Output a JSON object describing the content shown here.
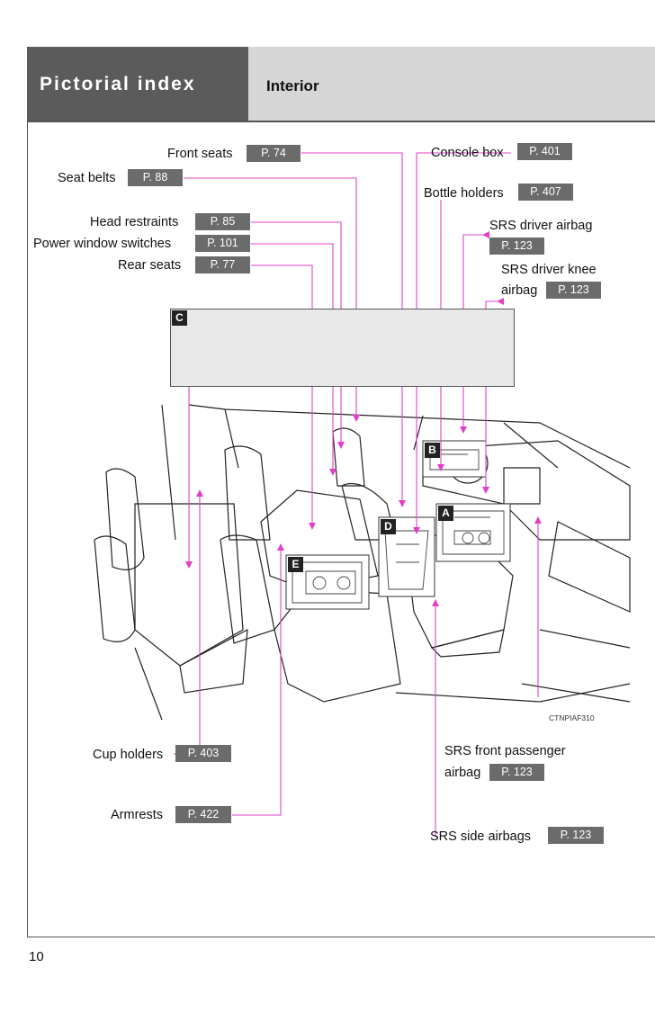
{
  "header": {
    "section": "Pictorial index",
    "subsection": "Interior"
  },
  "labels": {
    "front_seats": {
      "text": "Front seats",
      "page": "P. 74"
    },
    "seat_belts": {
      "text": "Seat belts",
      "page": "P. 88"
    },
    "head_restraints": {
      "text": "Head restraints",
      "page": "P. 85"
    },
    "power_window_switches": {
      "text": "Power window switches",
      "page": "P. 101"
    },
    "rear_seats": {
      "text": "Rear seats",
      "page": "P. 77"
    },
    "console_box": {
      "text": "Console box",
      "page": "P. 401"
    },
    "bottle_holders": {
      "text": "Bottle holders",
      "page": "P. 407"
    },
    "srs_driver_airbag": {
      "text": "SRS driver airbag",
      "page": "P. 123"
    },
    "srs_driver_knee_airbag": {
      "line1": "SRS driver knee",
      "line2": "airbag",
      "page": "P. 123"
    },
    "cup_holders": {
      "text": "Cup holders",
      "page": "P. 403"
    },
    "armrests": {
      "text": "Armrests",
      "page": "P. 422"
    },
    "srs_front_passenger_airbag": {
      "line1": "SRS front passenger",
      "line2": "airbag",
      "page": "P. 123"
    },
    "srs_side_airbags": {
      "text": "SRS side airbags",
      "page": "P. 123"
    }
  },
  "tags": {
    "a": "A",
    "b": "B",
    "c": "C",
    "d": "D",
    "e": "E"
  },
  "figure_code": "CTNPIAF310",
  "page_number": "10",
  "colors": {
    "header_dark": "#5b5b5b",
    "header_light": "#d6d6d6",
    "page_badge": "#6b6b6b",
    "leader_line": "#e040c8"
  }
}
